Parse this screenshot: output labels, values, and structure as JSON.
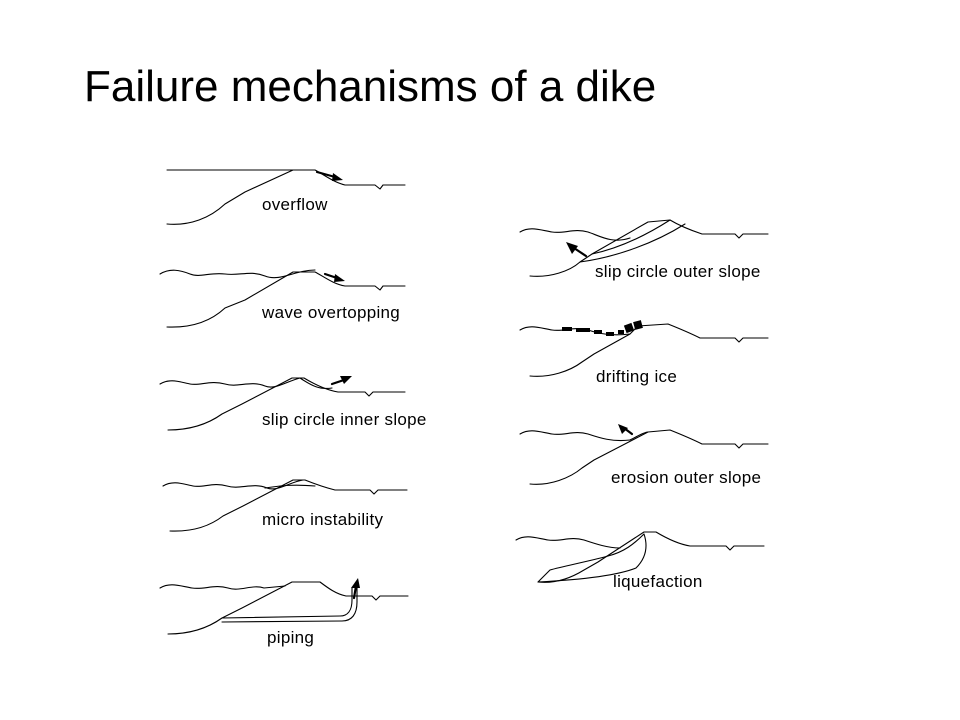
{
  "page": {
    "title": "Failure mechanisms of a dike"
  },
  "mechanisms": {
    "overflow": "overflow",
    "wave_overtopping": "wave overtopping",
    "slip_circle_inner_slope": "slip circle inner slope",
    "micro_instability": "micro instability",
    "piping": "piping",
    "slip_circle_outer_slope": "slip circle outer slope",
    "drifting_ice": "drifting ice",
    "erosion_outer_slope": "erosion outer slope",
    "liquefaction": "liquefaction"
  }
}
